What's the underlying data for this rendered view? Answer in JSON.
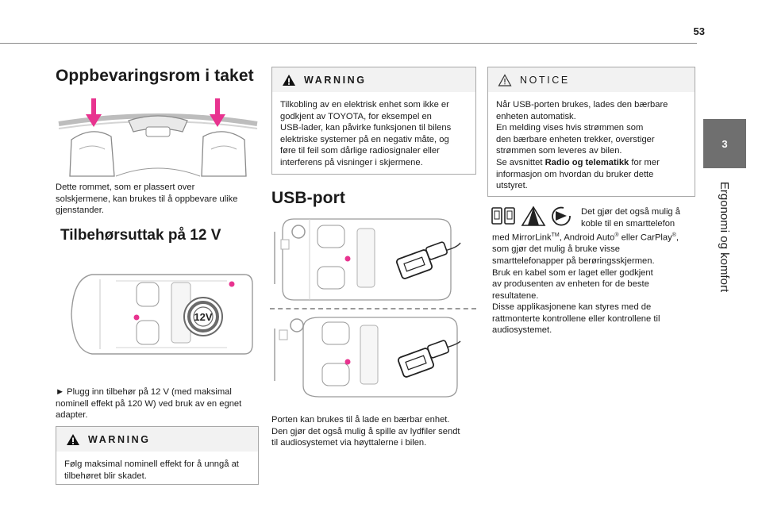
{
  "page": {
    "number": "53"
  },
  "side": {
    "chapter": "3",
    "title": "Ergonomi og komfort"
  },
  "col1": {
    "heading_storage": "Oppbevaringsrom i taket",
    "storage_text": [
      "Dette rommet, som er plassert over",
      "solskjermene, kan brukes til å oppbevare ulike",
      "gjenstander."
    ],
    "heading_socket": "Tilbehørsuttak på 12 V",
    "socket_label": "12V",
    "socket_text": [
      "► Plugg inn tilbehør på 12 V (med maksimal",
      "nominell effekt på 120 W) ved bruk av en egnet",
      "adapter."
    ],
    "warning_label": "WARNING",
    "warning_text": [
      "Følg maksimal nominell effekt for å unngå at",
      "tilbehøret blir skadet."
    ]
  },
  "col2": {
    "warning_label": "WARNING",
    "warning_text": [
      "Tilkobling av en elektrisk enhet som ikke er",
      "godkjent av TOYOTA, for eksempel en",
      "USB-lader, kan påvirke funksjonen til bilens",
      "elektriske systemer på en negativ måte, og",
      "føre til feil som dårlige radiosignaler eller",
      "interferens på visninger i skjermene."
    ],
    "heading_usb": "USB-port",
    "usb_text": [
      "Porten kan brukes til å lade en bærbar enhet.",
      "Den gjør det også mulig å spille av lydfiler sendt",
      "til audiosystemet via høyttalerne i bilen."
    ]
  },
  "col3": {
    "notice_label": "NOTICE",
    "notice_lines": [
      "Når USB-porten brukes, lades den bærbare",
      "enheten automatisk.",
      "En melding vises hvis strømmen som",
      "den bærbare enheten trekker, overstiger",
      "strømmen som leveres av bilen."
    ],
    "notice_ref_prefix": "Se avsnittet ",
    "notice_ref_bold": "Radio og telematikk",
    "notice_ref_suffix": " for mer",
    "notice_tail": [
      "informasjon om hvordan du bruker dette",
      "utstyret."
    ],
    "apps_line1": "Det gjør det også mulig å",
    "apps_line2": "koble til en smarttelefon",
    "apps_line3_a": "med MirrorLink",
    "apps_tm": "TM",
    "apps_line3_b": ", Android Auto",
    "apps_reg1": "®",
    "apps_line3_c": " eller CarPlay",
    "apps_reg2": "®",
    "apps_line3_d": ",",
    "apps_rest": [
      "som gjør det mulig å bruke visse",
      "smarttelefonapper på berøringsskjermen.",
      "Bruk en kabel som er laget eller godkjent",
      "av produsenten av enheten for de beste",
      "resultatene.",
      "Disse applikasjonene kan styres med de",
      "rattmonterte kontrollene eller kontrollene til",
      "audiosystemet."
    ]
  },
  "colors": {
    "magenta": "#e8338f",
    "tab_gray": "#6f6f6f",
    "box_head": "#f2f2f2"
  }
}
